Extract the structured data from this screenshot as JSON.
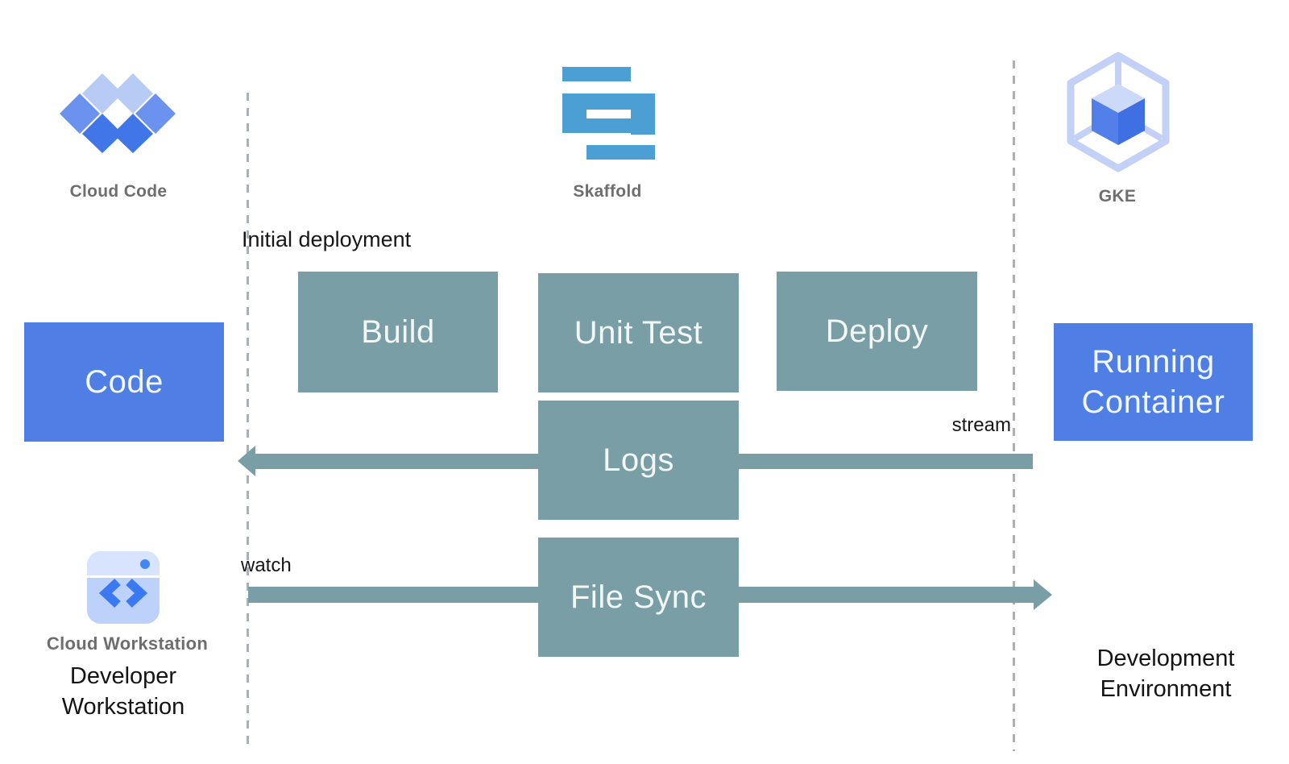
{
  "logos": {
    "cloud_code": {
      "label": "Cloud Code"
    },
    "skaffold": {
      "label": "Skaffold"
    },
    "gke": {
      "label": "GKE"
    }
  },
  "boxes": {
    "code": {
      "label": "Code"
    },
    "build": {
      "label": "Build"
    },
    "unit_test": {
      "label": "Unit Test"
    },
    "deploy": {
      "label": "Deploy"
    },
    "logs": {
      "label": "Logs"
    },
    "file_sync": {
      "label": "File Sync"
    },
    "running_container": {
      "label": "Running Container"
    }
  },
  "annotations": {
    "initial_deployment": "Initial deployment",
    "stream": "stream",
    "watch": "watch"
  },
  "footers": {
    "cloud_workstation": "Cloud Workstation",
    "developer_workstation": "Developer Workstation",
    "development_environment": "Development Environment"
  },
  "colors": {
    "blue_box": "#4f7ee5",
    "teal_box": "#7a9ea6",
    "skaffold_blue": "#4c9fd3",
    "dashed_line": "#a9b1b6",
    "gray_label": "#6e6e6e",
    "black_text": "#17171a",
    "cloud_code_light": "#b7cbf5",
    "cloud_code_mid": "#6b92ee",
    "cloud_code_dark": "#4076e8",
    "gke_outline": "#c3d1f7",
    "gke_face_top": "#ccd9f8",
    "gke_face_left": "#527fea",
    "gke_face_right": "#3e6fe3",
    "workstation_body": "#bcd2fa",
    "workstation_header": "#d8e4fd",
    "workstation_accent": "#3a79f2"
  }
}
